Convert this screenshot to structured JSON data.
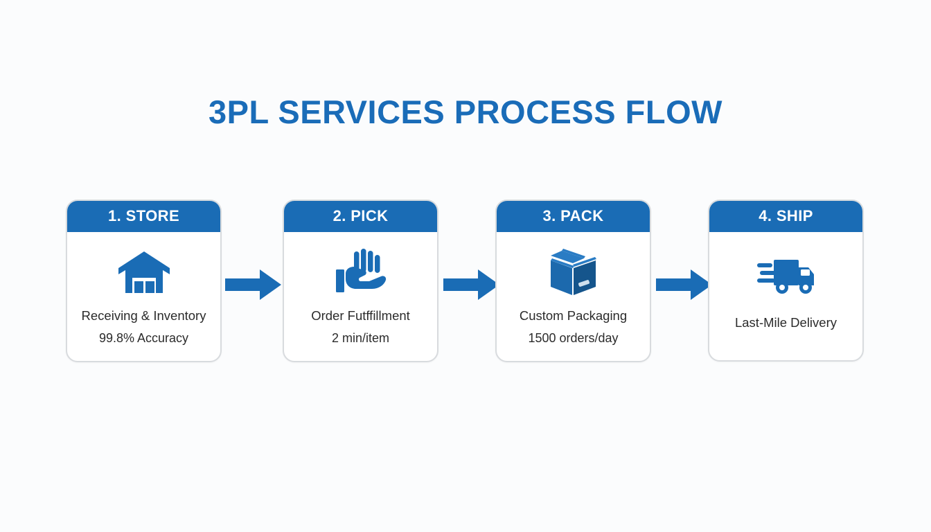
{
  "page": {
    "title": "3PL SERVICES PROCESS FLOW",
    "background_color": "#fbfcfd",
    "accent_color": "#1a6cb5",
    "title_color": "#1a6cb8",
    "text_color": "#2b2b2b",
    "card_border_color": "#d8dbde"
  },
  "flow": {
    "steps": [
      {
        "header": "1. STORE",
        "icon": "warehouse-icon",
        "label": "Receiving & Inventory",
        "metric": "99.8% Accuracy"
      },
      {
        "header": "2. PICK",
        "icon": "hand-pick-icon",
        "label": "Order Futffillment",
        "metric": "2 min/item"
      },
      {
        "header": "3. PACK",
        "icon": "package-box-icon",
        "label": "Custom Packaging",
        "metric": "1500 orders/day"
      },
      {
        "header": "4. SHIP",
        "icon": "delivery-truck-icon",
        "label": "Last-Mile Delivery",
        "metric": ""
      }
    ],
    "connectors": [
      {
        "icon": "arrow-right-icon"
      },
      {
        "icon": "arrow-right-icon"
      },
      {
        "icon": "arrow-right-icon"
      }
    ]
  }
}
